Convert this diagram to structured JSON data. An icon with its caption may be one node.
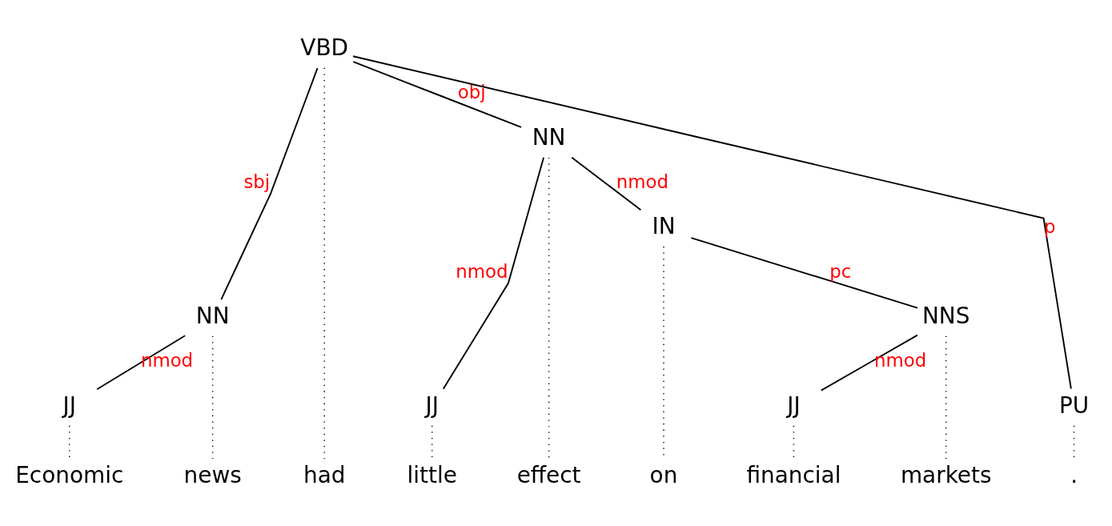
{
  "diagram": {
    "nodes": [
      {
        "text": [
          "VBD"
        ]
      },
      {
        "text": [
          "NN"
        ]
      },
      {
        "text": [
          "NN"
        ]
      },
      {
        "text": [
          "PU"
        ]
      },
      {
        "text": [
          "JJ"
        ]
      },
      {
        "text": [
          "JJ"
        ]
      },
      {
        "text": [
          "IN"
        ]
      },
      {
        "text": [
          "NNS"
        ]
      },
      {
        "text": [
          "JJ"
        ]
      },
      {
        "text": [
          "Economic"
        ]
      },
      {
        "text": [
          "news"
        ]
      },
      {
        "text": [
          "had"
        ]
      },
      {
        "text": [
          "little"
        ]
      },
      {
        "text": [
          "effect"
        ]
      },
      {
        "text": [
          "on"
        ]
      },
      {
        "text": [
          "financial"
        ]
      },
      {
        "text": [
          "markets"
        ]
      },
      {
        "text": [
          "."
        ]
      }
    ],
    "edges": [
      {
        "from": 0,
        "to": 1,
        "arrow": "none",
        "label": "sbj"
      },
      {
        "from": 0,
        "to": 2,
        "arrow": "none",
        "label": "obj"
      },
      {
        "from": 0,
        "to": 3,
        "arrow": "none",
        "label": "p"
      },
      {
        "from": 1,
        "to": 4,
        "arrow": "none",
        "label": "nmod"
      },
      {
        "from": 2,
        "to": 5,
        "arrow": "none",
        "label": "nmod"
      },
      {
        "from": 2,
        "to": 6,
        "arrow": "none",
        "label": "nmod"
      },
      {
        "from": 6,
        "to": 7,
        "arrow": "none",
        "label": "pc"
      },
      {
        "from": 7,
        "to": 8,
        "arrow": "none",
        "label": "nmod"
      },
      {
        "from": 4,
        "to": 9,
        "arrow": "none",
        "style": "dashed"
      },
      {
        "from": 1,
        "to": 10,
        "arrow": "none",
        "style": "dashed"
      },
      {
        "from": 0,
        "to": 11,
        "arrow": "none",
        "style": "dashed"
      },
      {
        "from": 5,
        "to": 12,
        "arrow": "none",
        "style": "dashed"
      },
      {
        "from": 2,
        "to": 13,
        "arrow": "none",
        "style": "dashed"
      },
      {
        "from": 6,
        "to": 14,
        "arrow": "none",
        "style": "dashed"
      },
      {
        "from": 8,
        "to": 15,
        "arrow": "none",
        "style": "dashed"
      },
      {
        "from": 7,
        "to": 16,
        "arrow": "none",
        "style": "dashed"
      },
      {
        "from": 3,
        "to": 17,
        "arrow": "none",
        "style": "dashed"
      }
    ]
  }
}
